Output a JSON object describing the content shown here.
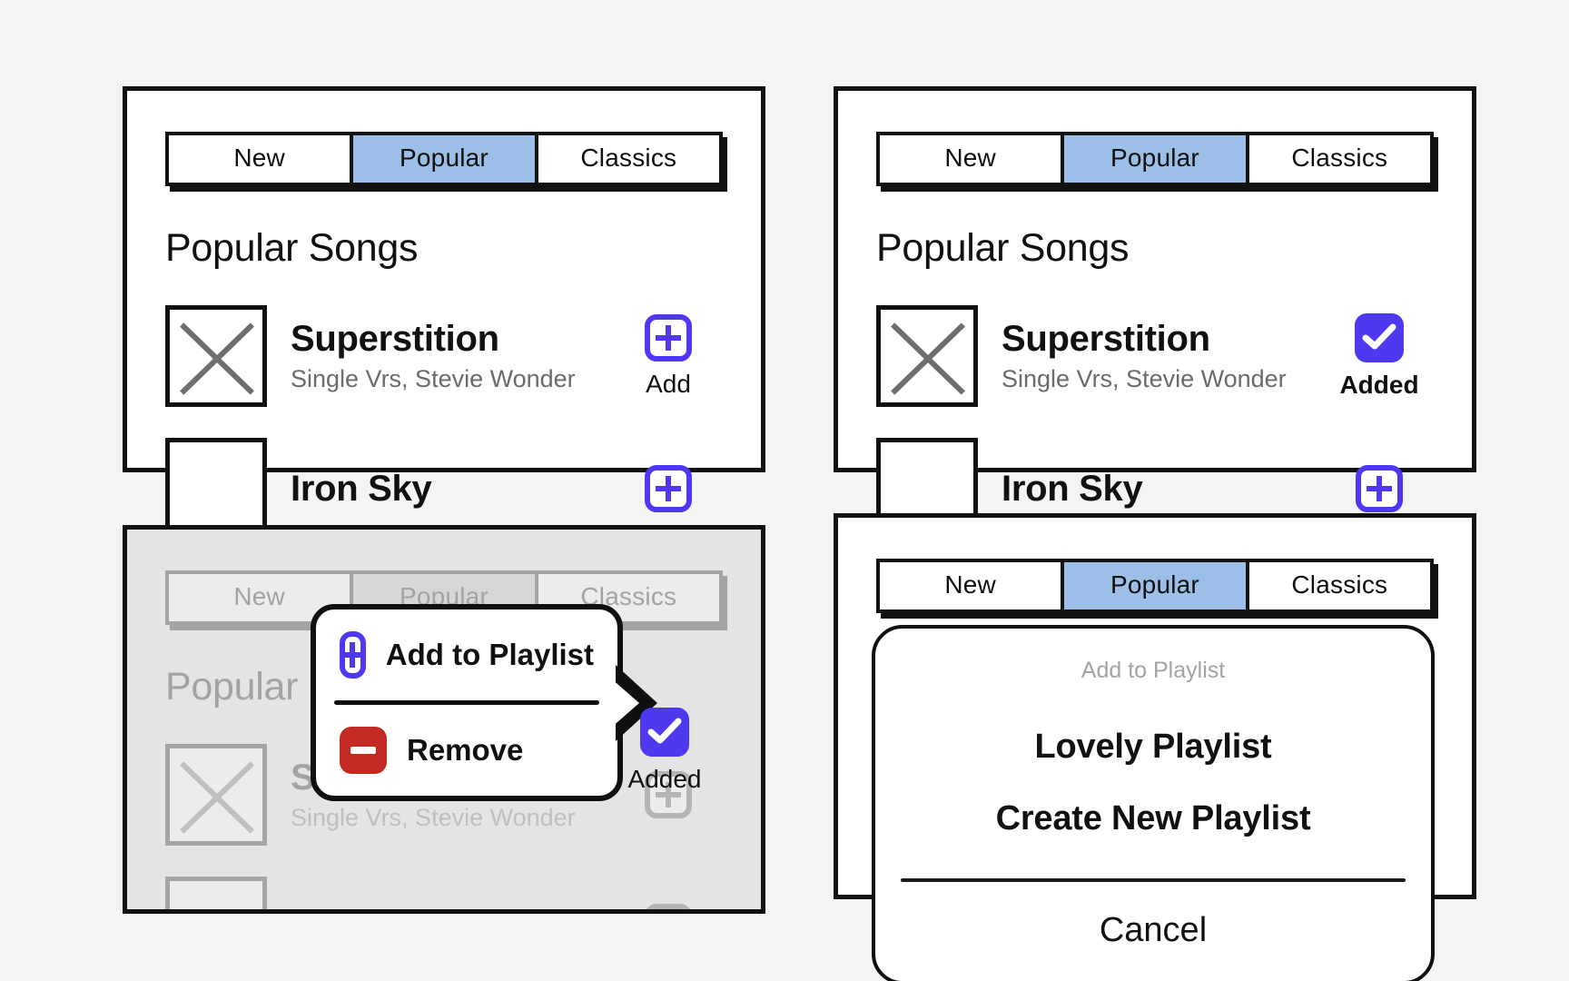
{
  "tabs": [
    {
      "label": "New",
      "active": false
    },
    {
      "label": "Popular",
      "active": true
    },
    {
      "label": "Classics",
      "active": false
    }
  ],
  "section": {
    "title": "Popular Songs"
  },
  "songs": [
    {
      "title": "Superstition",
      "subtitle": "Single Vrs,  Stevie Wonder",
      "thumbnail": "placeholder-crossed"
    },
    {
      "title": "Iron Sky",
      "subtitle": "",
      "thumbnail": "placeholder-blank"
    }
  ],
  "actions": {
    "add_label": "Add",
    "added_label": "Added",
    "add_icon": "plus-square-icon",
    "added_icon": "check-square-icon"
  },
  "context_menu": {
    "items": [
      {
        "label": "Add to Playlist",
        "icon": "plus-square-icon"
      },
      {
        "label": "Remove",
        "icon": "minus-square-icon"
      }
    ]
  },
  "action_sheet": {
    "header": "Add to Playlist",
    "options": [
      {
        "label": "Lovely Playlist"
      },
      {
        "label": "Create New Playlist"
      }
    ],
    "cancel_label": "Cancel"
  },
  "colors": {
    "accent": "#4f39f0",
    "tab_active": "#9cbfe8",
    "danger": "#c32b22",
    "outline": "#121212",
    "page_background": "#f4f4f4",
    "muted_text": "#6b6b6b",
    "dim_overlay": "#e4e4e4"
  }
}
